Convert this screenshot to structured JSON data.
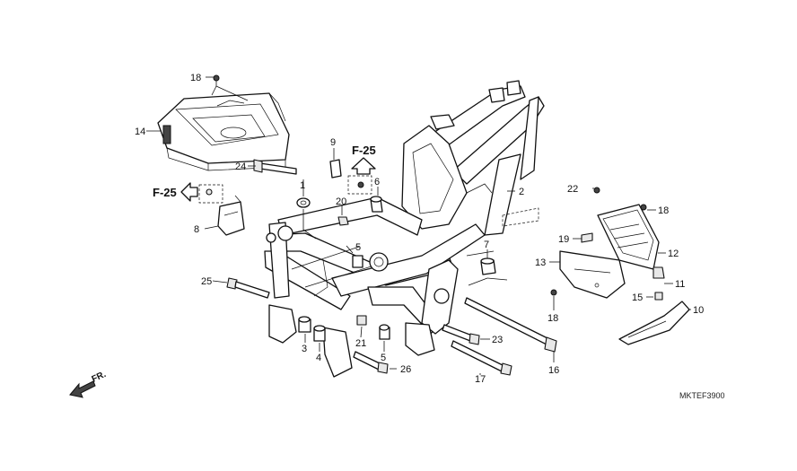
{
  "diagram": {
    "code": "MKTEF3900",
    "front_label": "FR.",
    "refs": {
      "ref_top": "F-25",
      "ref_left": "F-25"
    },
    "callouts": {
      "c2": "2",
      "c3": "3",
      "c4": "4",
      "c5a": "5",
      "c5b": "5",
      "c6": "6",
      "c7": "7",
      "c8": "8",
      "c9": "9",
      "c10": "10",
      "c11": "11",
      "c12": "12",
      "c13": "13",
      "c14": "14",
      "c15": "15",
      "c16": "16",
      "c17": "17",
      "c18a": "18",
      "c18b": "18",
      "c18c": "18",
      "c19": "19",
      "c20": "20",
      "c21": "21",
      "c22": "22",
      "c23": "23",
      "c24": "24",
      "c25": "25",
      "c26": "26",
      "c1": "1"
    }
  }
}
